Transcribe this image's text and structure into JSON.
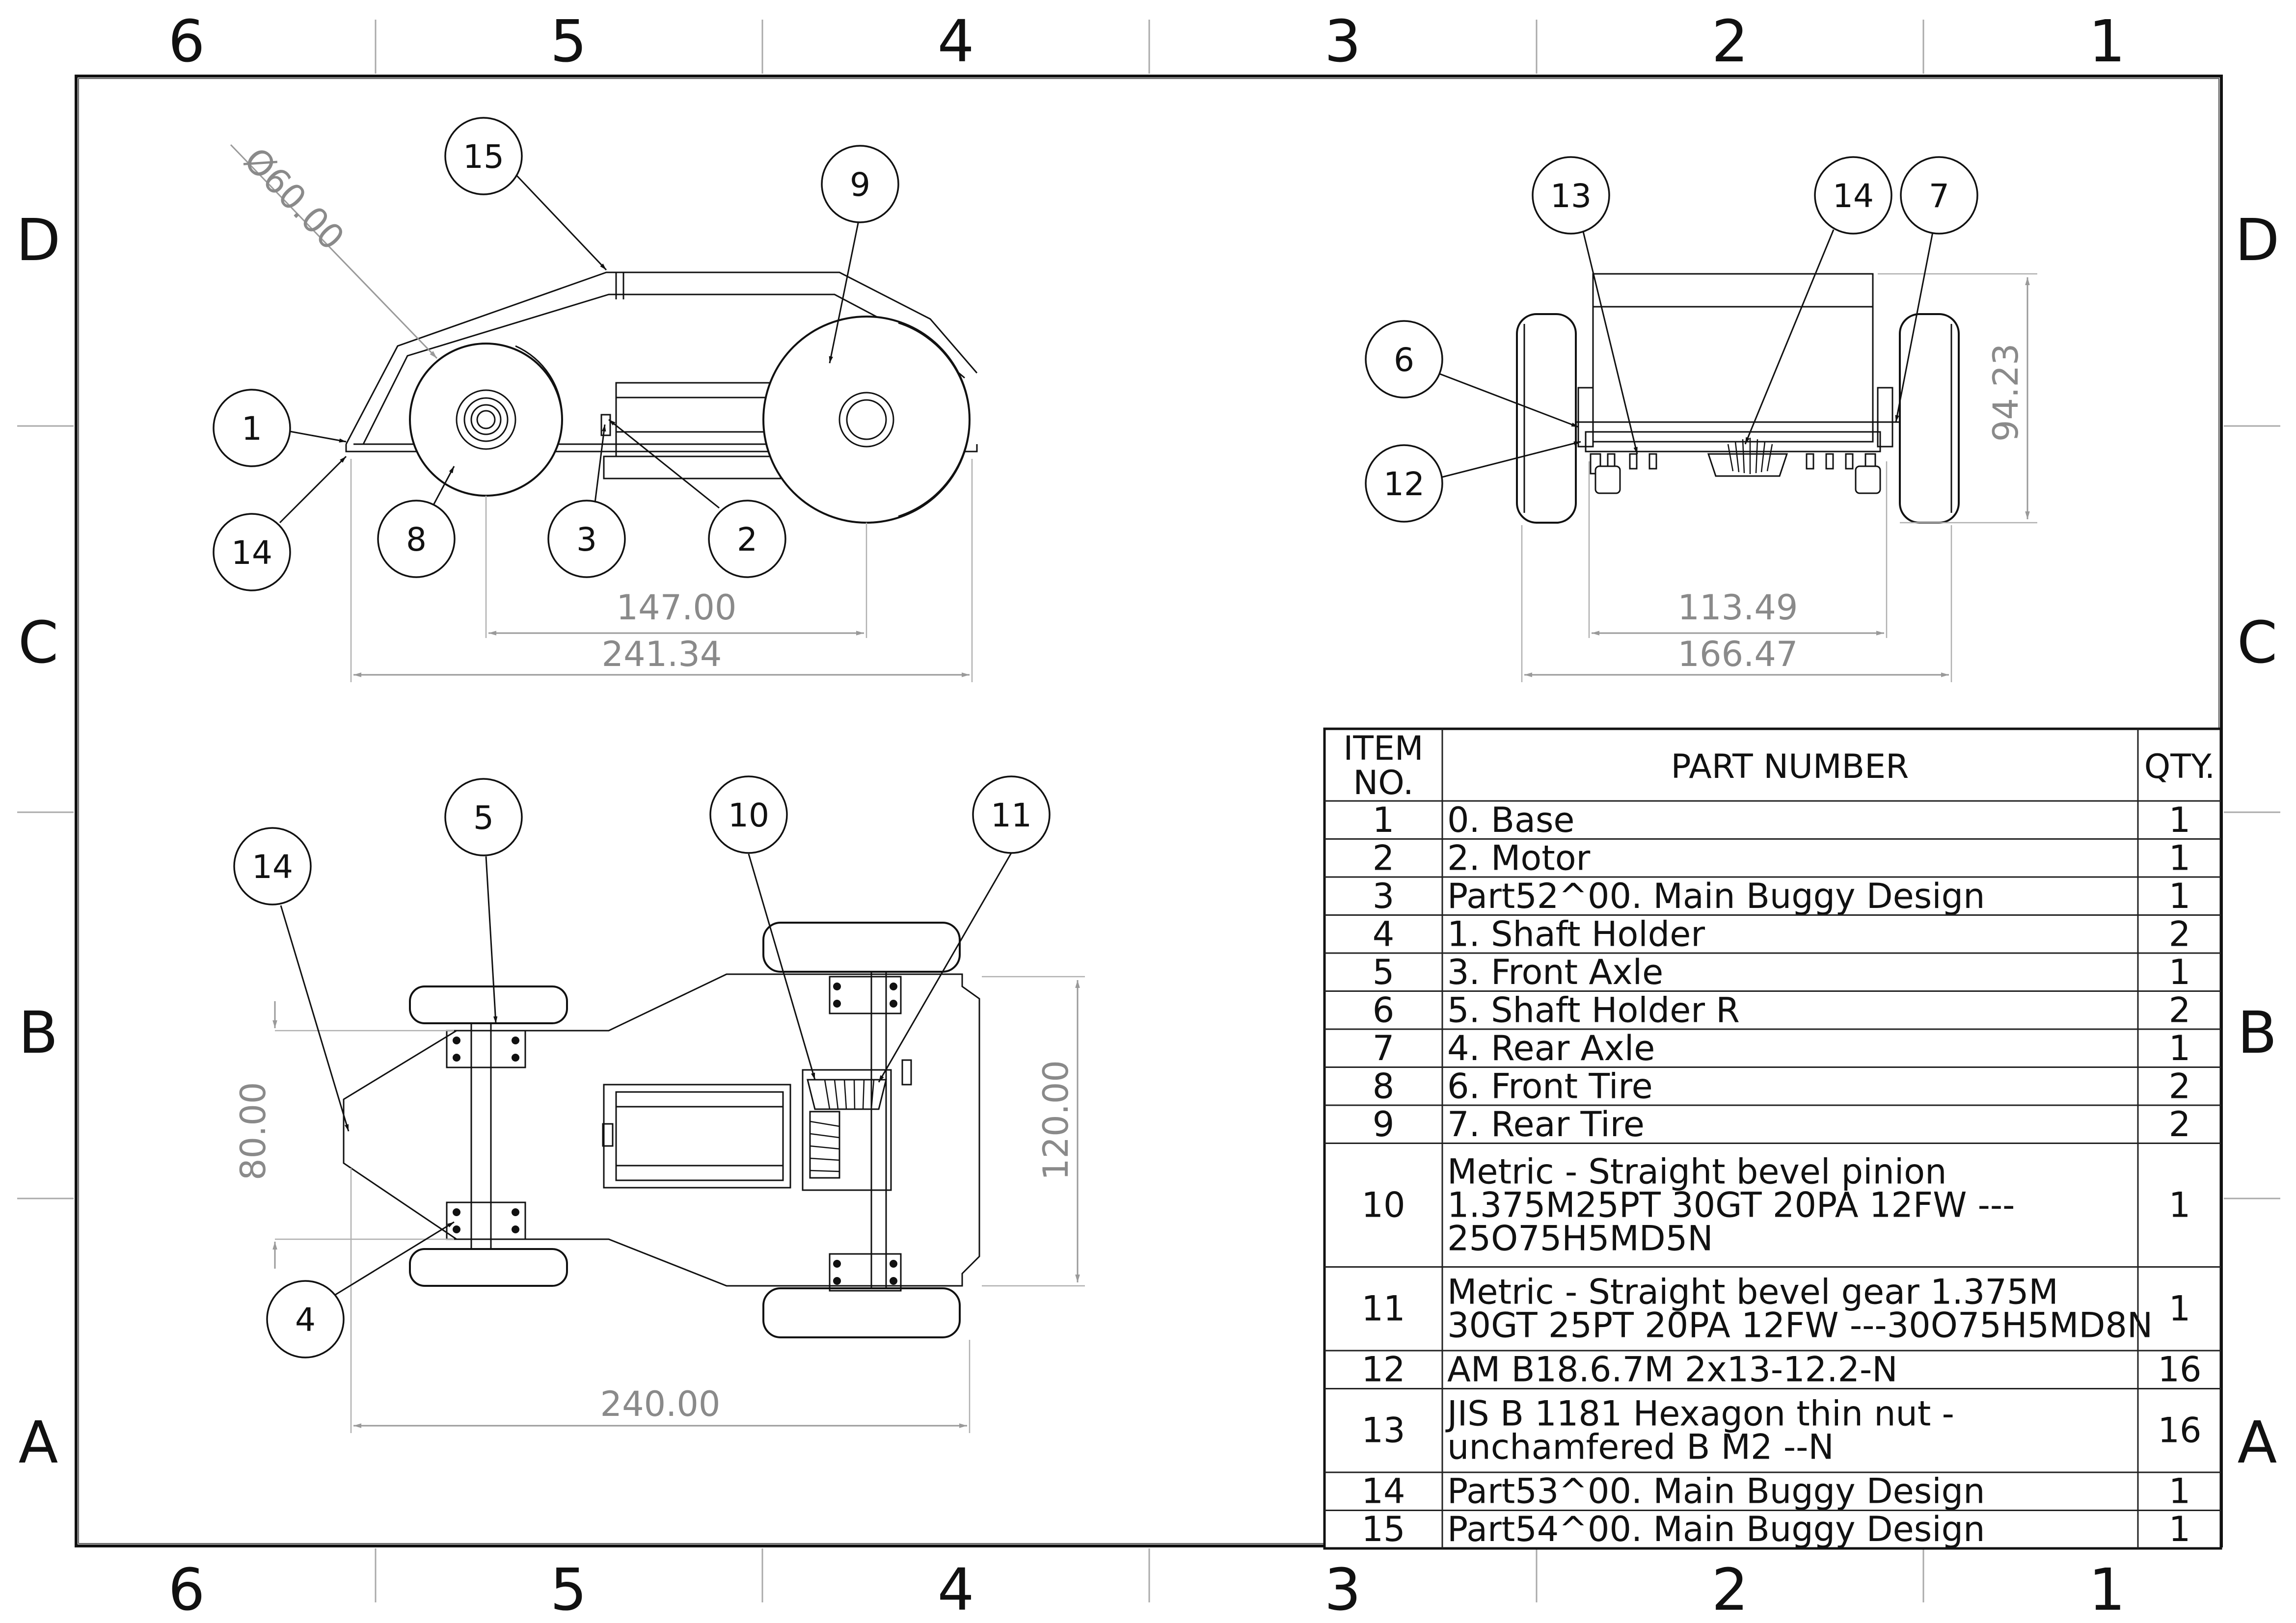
{
  "zones": {
    "columns": [
      "6",
      "5",
      "4",
      "3",
      "2",
      "1"
    ],
    "rows": [
      "D",
      "C",
      "B",
      "A"
    ]
  },
  "side_view": {
    "balloons": [
      "15",
      "9",
      "1",
      "14",
      "8",
      "3",
      "2"
    ],
    "dims": {
      "diameter": "Ø60.00",
      "wheelbase": "147.00",
      "overall_length": "241.34"
    }
  },
  "front_view": {
    "balloons": [
      "13",
      "14",
      "7",
      "6",
      "12"
    ],
    "dims": {
      "height": "94.23",
      "inner_width": "113.49",
      "overall_width": "166.47"
    }
  },
  "top_view": {
    "balloons": [
      "5",
      "10",
      "11",
      "14",
      "4"
    ],
    "dims": {
      "front_track": "80.00",
      "rear_track": "120.00",
      "length": "240.00"
    }
  },
  "bom": {
    "headers": {
      "item_line1": "ITEM",
      "item_line2": "NO.",
      "part": "PART NUMBER",
      "qty": "QTY."
    },
    "rows": [
      {
        "item": "1",
        "part": [
          "0. Base"
        ],
        "qty": "1"
      },
      {
        "item": "2",
        "part": [
          "2. Motor"
        ],
        "qty": "1"
      },
      {
        "item": "3",
        "part": [
          "Part52^00. Main Buggy Design"
        ],
        "qty": "1"
      },
      {
        "item": "4",
        "part": [
          "1. Shaft Holder"
        ],
        "qty": "2"
      },
      {
        "item": "5",
        "part": [
          "3. Front Axle"
        ],
        "qty": "1"
      },
      {
        "item": "6",
        "part": [
          "5. Shaft Holder R"
        ],
        "qty": "2"
      },
      {
        "item": "7",
        "part": [
          "4. Rear Axle"
        ],
        "qty": "1"
      },
      {
        "item": "8",
        "part": [
          "6. Front Tire"
        ],
        "qty": "2"
      },
      {
        "item": "9",
        "part": [
          "7. Rear Tire"
        ],
        "qty": "2"
      },
      {
        "item": "10",
        "part": [
          "Metric - Straight bevel pinion",
          "1.375M25PT 30GT 20PA 12FW ---",
          "25O75H5MD5N"
        ],
        "qty": "1"
      },
      {
        "item": "11",
        "part": [
          "Metric - Straight bevel gear 1.375M",
          "30GT 25PT 20PA 12FW ---30O75H5MD8N"
        ],
        "qty": "1"
      },
      {
        "item": "12",
        "part": [
          "AM B18.6.7M 2x13-12.2-N"
        ],
        "qty": "16"
      },
      {
        "item": "13",
        "part": [
          "JIS B 1181 Hexagon thin nut -",
          "unchamfered B M2 --N"
        ],
        "qty": "16"
      },
      {
        "item": "14",
        "part": [
          "Part53^00. Main Buggy Design"
        ],
        "qty": "1"
      },
      {
        "item": "15",
        "part": [
          "Part54^00. Main Buggy Design"
        ],
        "qty": "1"
      }
    ]
  }
}
